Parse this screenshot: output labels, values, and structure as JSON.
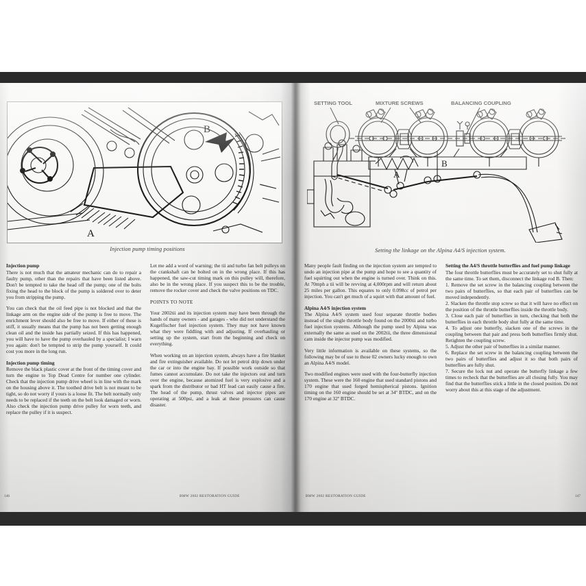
{
  "book": {
    "title_running_foot": "BMW 2002 RESTORATION GUIDE",
    "page_left_number": "146",
    "page_right_number": "147"
  },
  "left_page": {
    "figure": {
      "name": "injection-pump-timing-photo",
      "caption": "Injection pump timing positions",
      "labels": [
        "A",
        "B"
      ]
    },
    "columns": [
      {
        "blocks": [
          {
            "type": "heading",
            "text": "Injection pump"
          },
          {
            "type": "para",
            "text": "There is not much that the amateur mechanic can do to repair a faulty pump, other than the repairs that have been listed above. Don't be tempted to take the head off the pump; one of the bolts fixing the head to the block of the pump is soldered over to deter you from stripping the pump."
          },
          {
            "type": "para",
            "text": "You can check that the oil feed pipe is not blocked and that the linkage arm on the engine side of the pump is free to move. The enrichment lever should also be free to move. If either of these is stiff, it usually means that the pump has not been getting enough clean oil and the inside has partially seized. If this has happened, you will have to have the pump overhauled by a specialist; I warn you again: don't be tempted to strip the pump yourself. It could cost you more in the long run."
          },
          {
            "type": "heading",
            "text": "Injection pump timing"
          },
          {
            "type": "para",
            "text": "Remove the black plastic cover at the front of the timing cover and turn the engine to Top Dead Centre for number one cylinder. Check that the injection pump drive wheel is in line with the mark on the housing above it. The toothed drive belt is not meant to be tight, so do not worry if yours is a loose fit. The belt normally only needs to be replaced if the teeth on the belt look damaged or worn. Also check the injection pump drive pulley for worn teeth, and replace the pulley if it is suspect."
          }
        ]
      },
      {
        "blocks": [
          {
            "type": "para",
            "text": "Let me add a word of warning; the tii and turbo fan belt pulleys on the crankshaft can be bolted on in the wrong place. If this has happened, the saw-cut timing mark on this pulley will, therefore, also be in the wrong place. If you suspect this to be the trouble, remove the rocker cover and check the valve positions on TDC."
          },
          {
            "type": "caps",
            "text": "POINTS TO NOTE"
          },
          {
            "type": "para",
            "text": "Your 2002tii and its injection system may have been through the hands of many owners - and garages - who did not understand the Kugelfischer fuel injection system. They may not have known what they were fiddling with and adjusting. If overhauling or setting up the system, start from the beginning and check on everything."
          },
          {
            "type": "para",
            "text": "When working on an injection system, always have a fire blanket and fire extinguisher available. Do not let petrol drip down under the car or into the engine bay. If possible work outside so that fumes cannot accumulate. Do not take the injectors out and turn over the engine, because atomized fuel is very explosive and a spark from the distributor or bad HT lead can easily cause a fire. The head of the pump, thrust valves and injector pipes are operating at 500psi, and a leak at these pressures can cause disaster."
          }
        ]
      }
    ]
  },
  "right_page": {
    "figure": {
      "name": "alpina-a4s-linkage-diagram",
      "caption": "Setting the linkage on the Alpina A4/S injection system.",
      "callouts": [
        "SETTING TOOL",
        "MIXTURE SCREWS",
        "BALANCING COUPLING"
      ],
      "labels": [
        "A",
        "B"
      ]
    },
    "columns": [
      {
        "blocks": [
          {
            "type": "para",
            "text": "Many people fault finding on the injection system are tempted to undo an injection pipe at the pump and hope to see a quantity of fuel squirting out when the engine is turned over. Think on this. At 70mph a tii will be revving at 4,000rpm and will return about 25 miles per gallon. This equates to only 0.098cc of petrol per injection. You can't get much of a squirt with that amount of fuel."
          },
          {
            "type": "heading",
            "text": "Alpina A4/S injection system"
          },
          {
            "type": "para",
            "text": "The Alpina A4/S system used four separate throttle bodies instead of the single throttle body found on the 2000tii and turbo fuel injection systems. Although the pump used by Alpina was externally the same as used on the 2002tii, the three dimensional cam inside the injector pump was modified."
          },
          {
            "type": "para",
            "text": "Very little information is available on these systems, so the following may be of use to those 02 owners lucky enough to own an Alpina A4/S model."
          },
          {
            "type": "para",
            "text": "Two modified engines were used with the four-butterfly injection system. These were the 160 engine that used standard pistons and 170 engine that used forged hemispherical pistons. Ignition timing on the 160 engine should be set at 34º BTDC, and on the 170 engine at 32º BTDC."
          }
        ]
      },
      {
        "blocks": [
          {
            "type": "heading",
            "text": "Setting the A4/S throttle butterflies and fuel pump linkage"
          },
          {
            "type": "para",
            "text": "The four throttle butterflies must be accurately set to shut fully at the same time. To set them, disconnect the linkage rod B. Then:"
          },
          {
            "type": "para",
            "text": "1. Remove the set screw in the balancing coupling between the two pairs of butterflies, so that each pair of butterflies can be moved independently."
          },
          {
            "type": "para",
            "text": "2. Slacken the throttle stop screw so that it will have no effect on the position of the throttle butterflies inside the throttle body."
          },
          {
            "type": "para",
            "text": "3. Close each pair of butterflies in turn, checking that both the butterflies in each throttle body shut fully at the same time."
          },
          {
            "type": "para",
            "text": "4. To adjust one butterfly, slacken one of the screws in the coupling between that pair and press both butterflies firmly shut. Retighten the coupling screw."
          },
          {
            "type": "para",
            "text": "5. Adjust the other pair of butterflies in a similar manner."
          },
          {
            "type": "para",
            "text": "6. Replace the set screw in the balancing coupling between the two pairs of butterflies and adjust it so that both pairs of butterflies are fully shut."
          },
          {
            "type": "para",
            "text": "7. Secure the lock nut and operate the butterfly linkage a few times to recheck that the butterflies are all closing fully. You may find that the butterflies stick a little in the closed position. Do not worry about this at this stage of the adjustment."
          }
        ]
      }
    ]
  }
}
